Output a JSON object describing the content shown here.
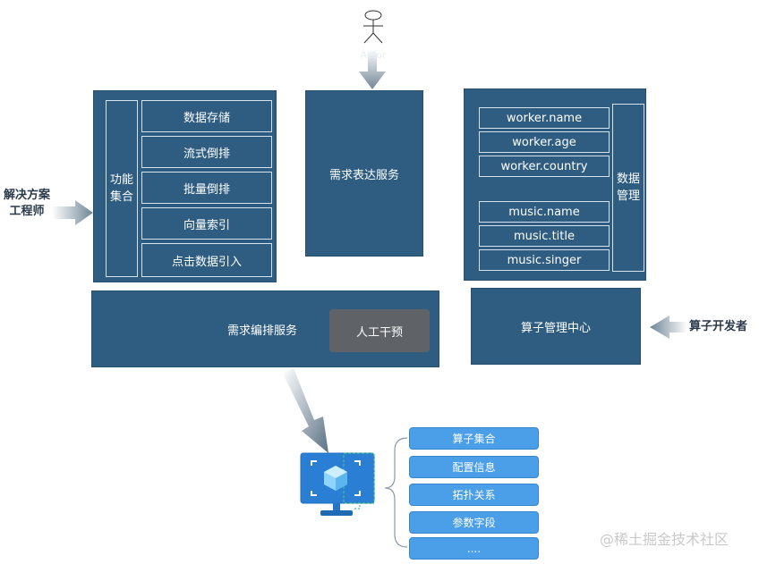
{
  "actor": {
    "label": "Actor"
  },
  "functions_box": {
    "side_label": "功能\n集合",
    "items": [
      "数据存储",
      "流式倒排",
      "批量倒排",
      "向量索引",
      "点击数据引入"
    ]
  },
  "requirement_expression": {
    "label": "需求表达服务"
  },
  "data_management": {
    "side_label": "数据\n管理",
    "worker_fields": [
      "worker.name",
      "worker.age",
      "worker.country"
    ],
    "music_fields": [
      "music.name",
      "music.title",
      "music.singer"
    ]
  },
  "orchestration": {
    "label": "需求编排服务",
    "manual_label": "人工干预"
  },
  "operator_center": {
    "label": "算子管理中心"
  },
  "solution_engineer": {
    "label": "解决方案\n工程师"
  },
  "operator_developer": {
    "label": "算子开发者"
  },
  "output_list": [
    "算子集合",
    "配置信息",
    "拓扑关系",
    "参数字段",
    "...."
  ],
  "watermark": "@稀土掘金技术社区",
  "colors": {
    "box": "#2f5d82",
    "pill": "#4b9fe8",
    "manual": "#5f6368"
  }
}
